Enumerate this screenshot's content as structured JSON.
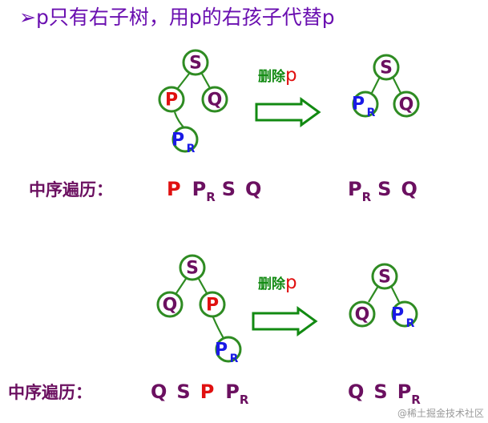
{
  "title": {
    "marker": "➢",
    "text": "p只有右子树，用p的右孩子代替p"
  },
  "colors": {
    "title": "#6a0fb0",
    "node_stroke": "#2e8b22",
    "arrow_stroke": "#128a12",
    "purple": "#6b1060",
    "red": "#e01010",
    "blue": "#1a1ae6",
    "delete_label": "#128a12",
    "watermark": "#9a9a9a"
  },
  "labels": {
    "S": "S",
    "Q": "Q",
    "P": "P",
    "R": "R"
  },
  "delete_word": "删除",
  "delete_var": "p",
  "inorder_label": "中序遍历：",
  "case1": {
    "inorder_before": [
      "P",
      "P_R",
      "S",
      "Q"
    ],
    "inorder_after": [
      "P_R",
      "S",
      "Q"
    ]
  },
  "case2": {
    "inorder_before": [
      "Q",
      "S",
      "P",
      "P_R"
    ],
    "inorder_after": [
      "Q",
      "S",
      "P_R"
    ]
  },
  "watermark": "@稀土掘金技术社区"
}
